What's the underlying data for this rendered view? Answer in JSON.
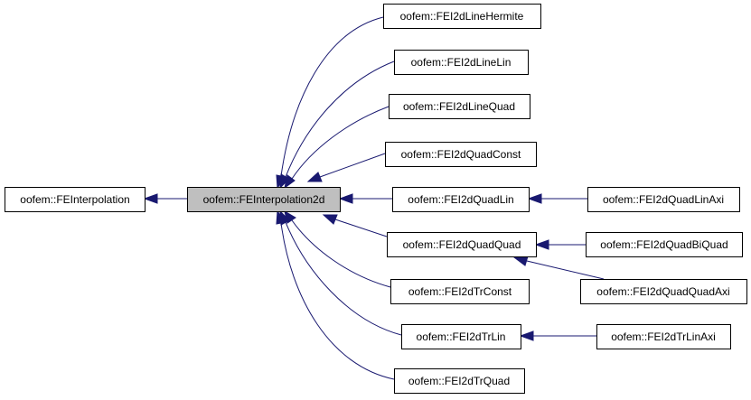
{
  "diagram": {
    "colors": {
      "edge": "#191970",
      "node_fill": "#ffffff",
      "focused_fill": "#bfbfbf",
      "border": "#000000"
    },
    "nodes": {
      "fe_interpolation": "oofem::FEInterpolation",
      "fe_interpolation_2d": "oofem::FEInterpolation2d",
      "fei2d_line_hermite": "oofem::FEI2dLineHermite",
      "fei2d_line_lin": "oofem::FEI2dLineLin",
      "fei2d_line_quad": "oofem::FEI2dLineQuad",
      "fei2d_quad_const": "oofem::FEI2dQuadConst",
      "fei2d_quad_lin": "oofem::FEI2dQuadLin",
      "fei2d_quad_quad": "oofem::FEI2dQuadQuad",
      "fei2d_tr_const": "oofem::FEI2dTrConst",
      "fei2d_tr_lin": "oofem::FEI2dTrLin",
      "fei2d_tr_quad": "oofem::FEI2dTrQuad",
      "fei2d_quad_lin_axi": "oofem::FEI2dQuadLinAxi",
      "fei2d_quad_bi_quad": "oofem::FEI2dQuadBiQuad",
      "fei2d_quad_quad_axi": "oofem::FEI2dQuadQuadAxi",
      "fei2d_tr_lin_axi": "oofem::FEI2dTrLinAxi"
    },
    "edges": [
      {
        "from": "fe_interpolation_2d",
        "to": "fe_interpolation"
      },
      {
        "from": "fei2d_line_hermite",
        "to": "fe_interpolation_2d"
      },
      {
        "from": "fei2d_line_lin",
        "to": "fe_interpolation_2d"
      },
      {
        "from": "fei2d_line_quad",
        "to": "fe_interpolation_2d"
      },
      {
        "from": "fei2d_quad_const",
        "to": "fe_interpolation_2d"
      },
      {
        "from": "fei2d_quad_lin",
        "to": "fe_interpolation_2d"
      },
      {
        "from": "fei2d_quad_quad",
        "to": "fe_interpolation_2d"
      },
      {
        "from": "fei2d_tr_const",
        "to": "fe_interpolation_2d"
      },
      {
        "from": "fei2d_tr_lin",
        "to": "fe_interpolation_2d"
      },
      {
        "from": "fei2d_tr_quad",
        "to": "fe_interpolation_2d"
      },
      {
        "from": "fei2d_quad_lin_axi",
        "to": "fei2d_quad_lin"
      },
      {
        "from": "fei2d_quad_bi_quad",
        "to": "fei2d_quad_quad"
      },
      {
        "from": "fei2d_quad_quad_axi",
        "to": "fei2d_quad_quad"
      },
      {
        "from": "fei2d_tr_lin_axi",
        "to": "fei2d_tr_lin"
      }
    ]
  }
}
